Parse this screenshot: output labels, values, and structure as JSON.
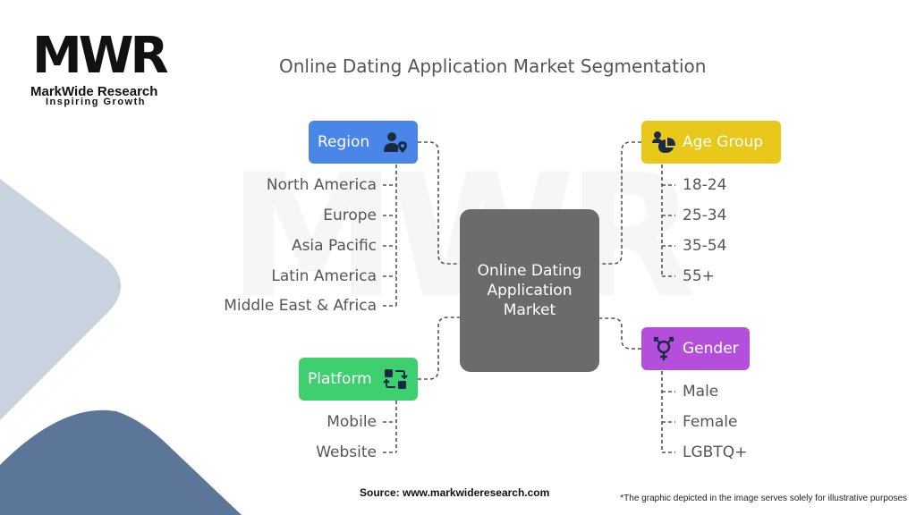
{
  "logo": {
    "mark": "MWR",
    "name": "MarkWide Research",
    "tagline": "Inspiring Growth"
  },
  "title": "Online Dating Application Market Segmentation",
  "center": {
    "label": "Online Dating Application Market"
  },
  "segments": {
    "region": {
      "label": "Region",
      "icon": "user-location-icon",
      "color": "#4a86e8",
      "items": [
        "North America",
        "Europe",
        "Asia Pacific",
        "Latin America",
        "Middle East & Africa"
      ]
    },
    "platform": {
      "label": "Platform",
      "icon": "swap-blocks-icon",
      "color": "#3ecf6e",
      "items": [
        "Mobile",
        "Website"
      ]
    },
    "age_group": {
      "label": "Age Group",
      "icon": "pie-chart-users-icon",
      "color": "#e8c81a",
      "items": [
        "18-24",
        "25-34",
        "35-54",
        "55+"
      ]
    },
    "gender": {
      "label": "Gender",
      "icon": "gender-symbol-icon",
      "color": "#b44fdc",
      "items": [
        "Male",
        "Female",
        "LGBTQ+"
      ]
    }
  },
  "footer": {
    "source": "Source: www.markwideresearch.com",
    "note": "*The graphic depicted in the image serves solely for illustrative purposes"
  }
}
